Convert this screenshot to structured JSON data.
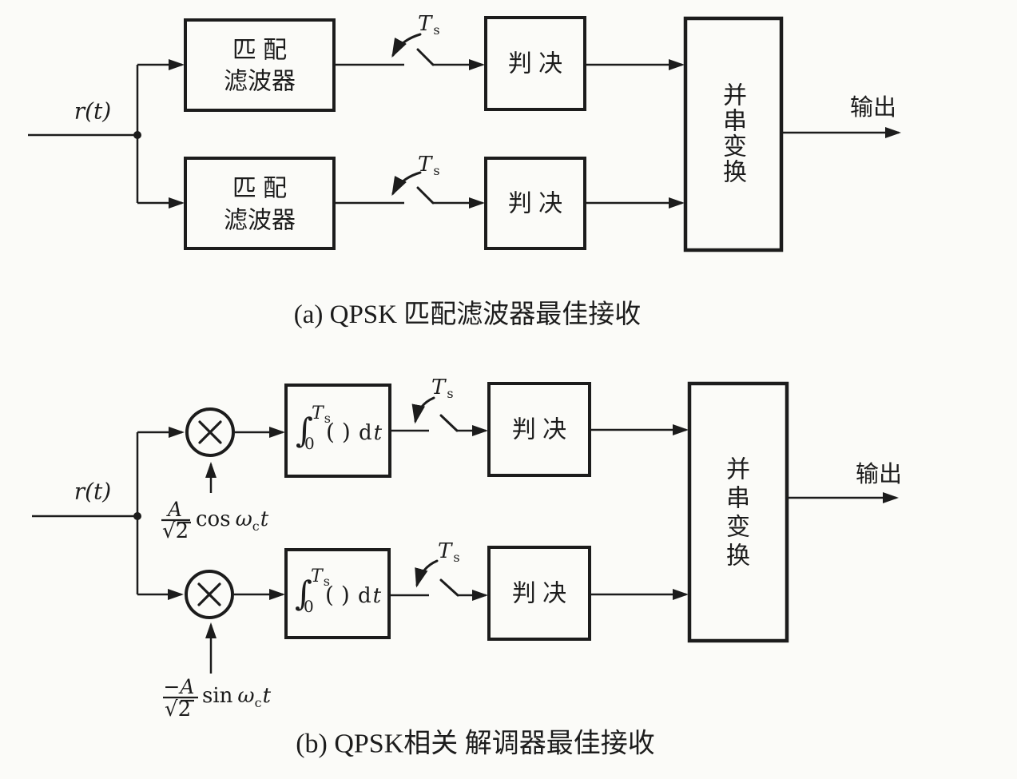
{
  "colors": {
    "ink": "#1c1c1c",
    "paper": "#fbfbf8"
  },
  "shared": {
    "input_signal": "r(t)",
    "sample_period_main": "T",
    "sample_period_sub": "s",
    "decision_label": "判 决",
    "p2s_chars": [
      "并",
      "串",
      "变",
      "换"
    ],
    "output_label": "输出"
  },
  "diagram_a": {
    "caption": "(a) QPSK 匹配滤波器最佳接收",
    "matched_filter_line_1": "匹 配",
    "matched_filter_line_2": "滤波器"
  },
  "diagram_b": {
    "caption": "(b) QPSK相关 解调器最佳接收",
    "integrator": {
      "integral_sign": "∫",
      "upper_limit_T": "T",
      "upper_limit_s": "s",
      "lower_limit": "0",
      "operand": "(  )",
      "differential_d": "d",
      "differential_t": "t"
    },
    "carrier_cos": {
      "numerator": "A",
      "denominator": "√2",
      "function": "cos",
      "omega": "ω",
      "omega_sub": "c",
      "time_var": "t"
    },
    "carrier_sin": {
      "numerator": "−A",
      "denominator": "√2",
      "function": "sin",
      "omega": "ω",
      "omega_sub": "c",
      "time_var": "t"
    }
  }
}
